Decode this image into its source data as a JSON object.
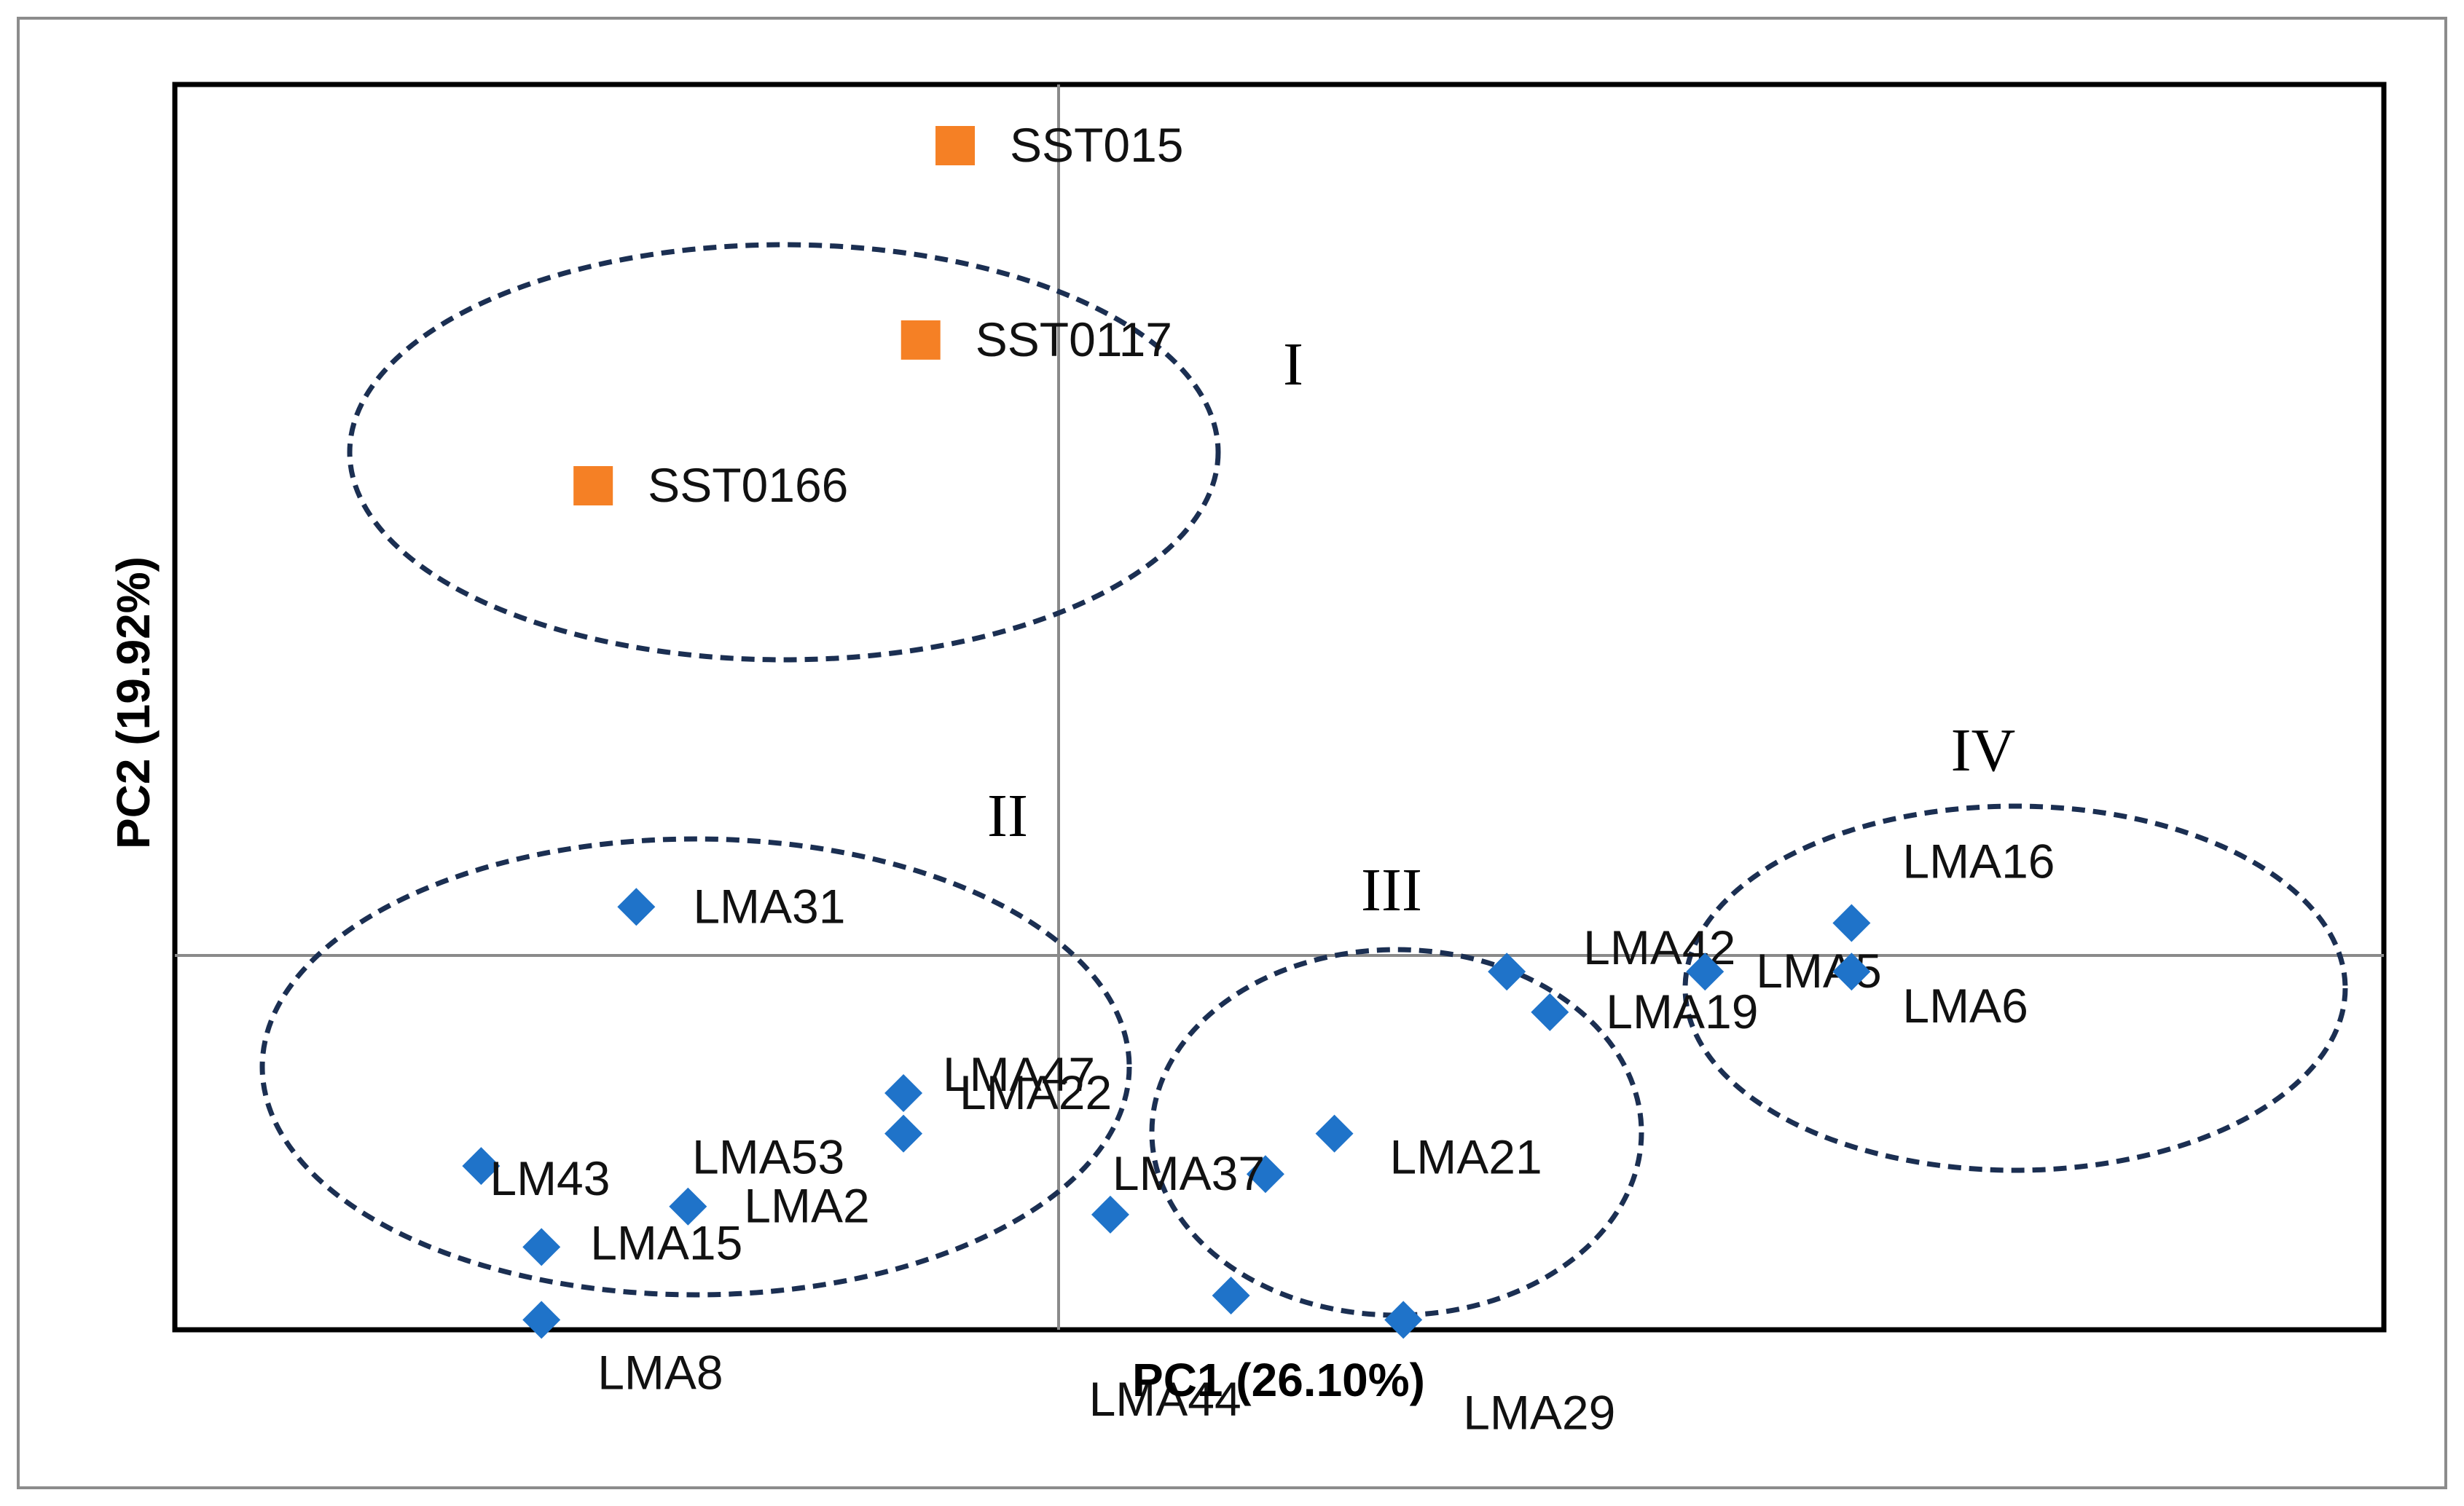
{
  "chart_data": {
    "type": "scatter",
    "title": "",
    "xlabel": "PC1 (26.10%)",
    "ylabel": "PC2 (19.92%)",
    "xlim": [
      -1,
      1
    ],
    "ylim": [
      -1,
      1
    ],
    "grid": false,
    "legend": "none",
    "axis_lines_at_origin": true,
    "series": [
      {
        "color": "#f58025",
        "marker": "square",
        "points": [
          {
            "label": "SST015",
            "x": -0.12,
            "y": 1.0
          },
          {
            "label": "SST0117",
            "x": -0.16,
            "y": 0.76
          },
          {
            "label": "SST0166",
            "x": -0.54,
            "y": 0.58
          }
        ]
      },
      {
        "color": "#1f73c9",
        "marker": "diamond",
        "points": [
          {
            "label": "LMA31",
            "x": -0.49,
            "y": 0.06
          },
          {
            "label": "LMA47",
            "x": 0.06,
            "y": -0.32
          },
          {
            "label": "LMA22",
            "x": -0.18,
            "y": -0.17
          },
          {
            "label": "LMA53",
            "x": -0.18,
            "y": -0.22
          },
          {
            "label": "LMA2",
            "x": -0.43,
            "y": -0.31
          },
          {
            "label": "LM43",
            "x": -0.67,
            "y": -0.26
          },
          {
            "label": "LMA15",
            "x": -0.6,
            "y": -0.36
          },
          {
            "label": "LMA8",
            "x": -0.6,
            "y": -0.45
          },
          {
            "label": "LMA37",
            "x": 0.24,
            "y": -0.27
          },
          {
            "label": "LMA21",
            "x": 0.32,
            "y": -0.22
          },
          {
            "label": "LMA44",
            "x": 0.2,
            "y": -0.42
          },
          {
            "label": "LMA29",
            "x": 0.4,
            "y": -0.45
          },
          {
            "label": "LMA42",
            "x": 0.52,
            "y": -0.02
          },
          {
            "label": "LMA19",
            "x": 0.57,
            "y": -0.07
          },
          {
            "label": "LMA5",
            "x": 0.75,
            "y": -0.02
          },
          {
            "label": "LMA16",
            "x": 0.92,
            "y": 0.04
          },
          {
            "label": "LMA6",
            "x": 0.92,
            "y": -0.02
          }
        ]
      }
    ],
    "group_labels": [
      "I",
      "II",
      "III",
      "IV"
    ]
  }
}
